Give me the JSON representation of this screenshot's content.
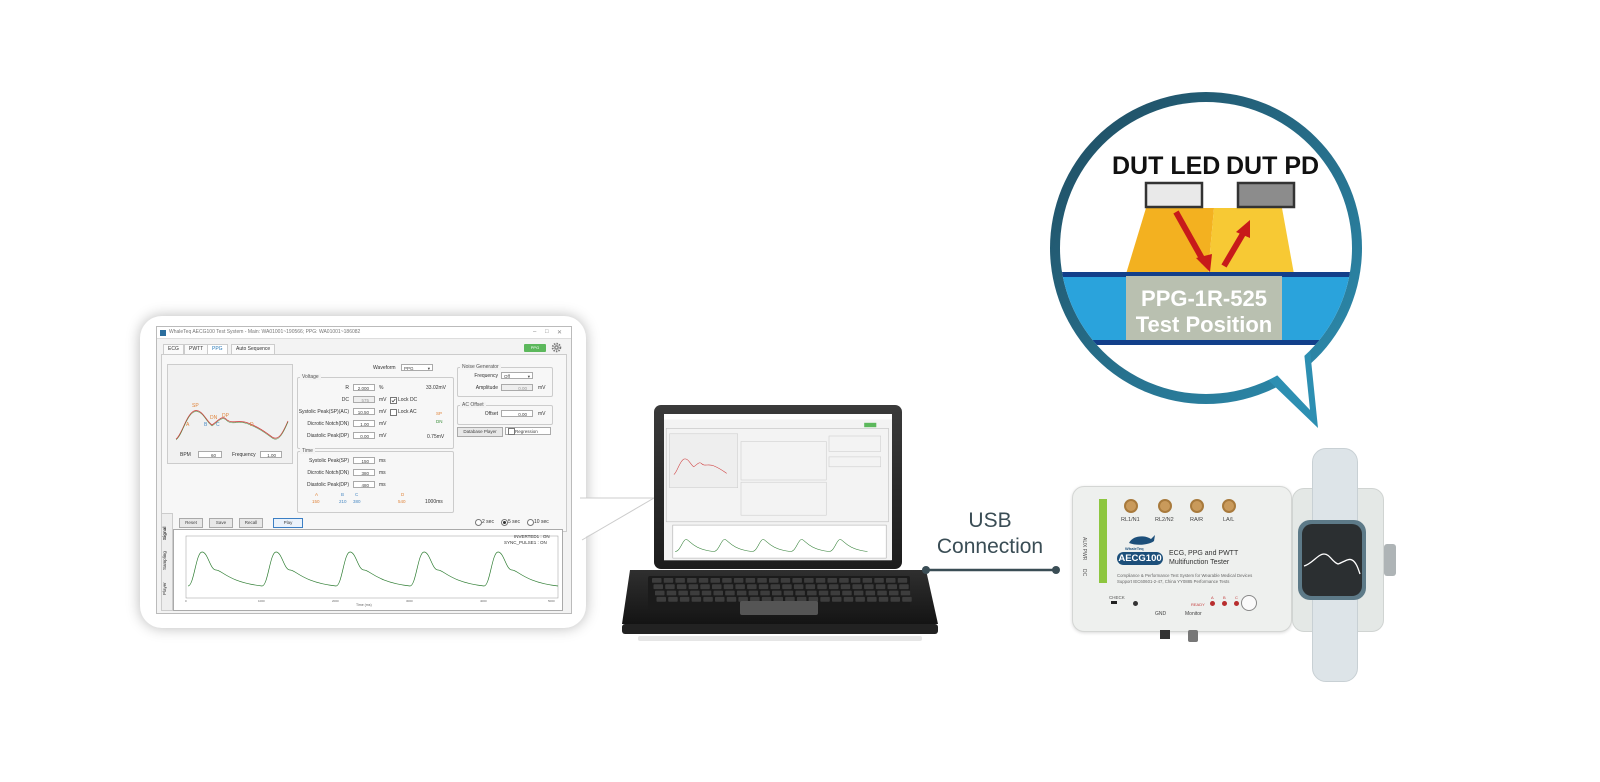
{
  "window": {
    "title": "WhaleTeq AECG100 Test System - Main: WA01001~190566; PPG: WA01001~186082",
    "buttons": {
      "minimize": "–",
      "maximize": "□",
      "close": "✕"
    },
    "status_pill": "PPG"
  },
  "tabs": [
    {
      "label": "ECG"
    },
    {
      "label": "PWTT"
    },
    {
      "label": "PPG"
    },
    {
      "label": "Auto Sequence"
    }
  ],
  "preview": {
    "markers": [
      "SP",
      "DN",
      "DP",
      "A",
      "B",
      "C",
      "D"
    ],
    "bpm_label": "BPM",
    "bpm_value": "60",
    "freq_label": "Frequency",
    "freq_value": "1.00"
  },
  "waveform": {
    "label": "Waveform",
    "value": "PPG"
  },
  "voltage": {
    "title": "Voltage",
    "r_label": "R",
    "r_value": "2.000",
    "r_unit": "%",
    "r_readout": "33.02mV",
    "dc_label": "DC",
    "dc_value": "575",
    "dc_unit": "mV",
    "lock_dc": "Lock DC",
    "sp_label": "Systolic Peak(SP)(AC)",
    "sp_value": "10.50",
    "sp_unit": "mV",
    "lock_ac": "Lock AC",
    "dn_label": "Dicrotic Notch(DN)",
    "dn_value": "1.00",
    "dn_unit": "mV",
    "dp_label": "Diastolic Peak(DP)",
    "dp_value": "0.00",
    "dp_unit": "mV",
    "side_labels": [
      "SP",
      "DN"
    ],
    "bottom_readout": "0.75mV"
  },
  "time": {
    "title": "Time",
    "sp_label": "Systolic Peak(SP)",
    "sp_value": "150",
    "sp_unit": "ms",
    "dn_label": "Dicrotic Notch(DN)",
    "dn_value": "380",
    "dn_unit": "ms",
    "dp_label": "Diastolic Peak(DP)",
    "dp_value": "480",
    "dp_unit": "ms",
    "axis_letters": [
      "A",
      "B",
      "C",
      "D"
    ],
    "axis_values": [
      "150",
      "210",
      "380",
      "540"
    ],
    "total": "1000ms"
  },
  "noise": {
    "title": "Noise Generator",
    "freq_label": "Frequency",
    "freq_value": "Off",
    "amp_label": "Amplitude",
    "amp_value": "0.00",
    "amp_unit": "mV"
  },
  "ac_offset": {
    "title": "AC Offset",
    "label": "Offset",
    "value": "0.00",
    "unit": "mV"
  },
  "db_player": "Database Player",
  "regression": "Regression",
  "actions": {
    "reset": "Reset",
    "save": "Save",
    "recall": "Recall",
    "play": "Play"
  },
  "durations": [
    "2 sec",
    "5 sec",
    "10 sec"
  ],
  "side_tabs": [
    "Signal",
    "Sampling",
    "Player"
  ],
  "chart_status": {
    "line1": "INVERTED1 : ON",
    "line2": "SYNC_PULSE1 : ON"
  },
  "chart_axis": {
    "xlabel": "Time (ms)",
    "ticks": [
      "0",
      "1000",
      "2000",
      "3000",
      "4000",
      "5000"
    ]
  },
  "bubble": {
    "dut_led": "DUT LED",
    "dut_pd": "DUT PD",
    "position_line1": "PPG-1R-525",
    "position_line2": "Test Position"
  },
  "usb": {
    "line1": "USB",
    "line2": "Connection"
  },
  "device": {
    "ports": [
      "RL1/N1",
      "RL2/N2",
      "RA/R",
      "LA/L"
    ],
    "side_labels": [
      "AUX PWR",
      "DC"
    ],
    "brand": "WhaleTeq",
    "model": "AECG100",
    "subtitle1": "ECG, PPG and PWTT",
    "subtitle2": "Multifunction Tester",
    "desc1": "Compliance & Performance Test System for Wearable Medical Devices",
    "desc2": "Support IEC60601-2-47, China YY0885 Performance Tests",
    "check": "CHECK",
    "gnd": "GND",
    "monitor": "Monitor",
    "led_labels": [
      "A",
      "B",
      "C"
    ],
    "ready": "READY"
  },
  "colors": {
    "accent_blue": "#2a7ab8",
    "bubble_ring": "#1f5a72",
    "skin_blue": "#2aa3dc",
    "led_yellow": "#f3b120",
    "arrow_red": "#c71a1a",
    "ppg_green": "#2e7d32"
  }
}
